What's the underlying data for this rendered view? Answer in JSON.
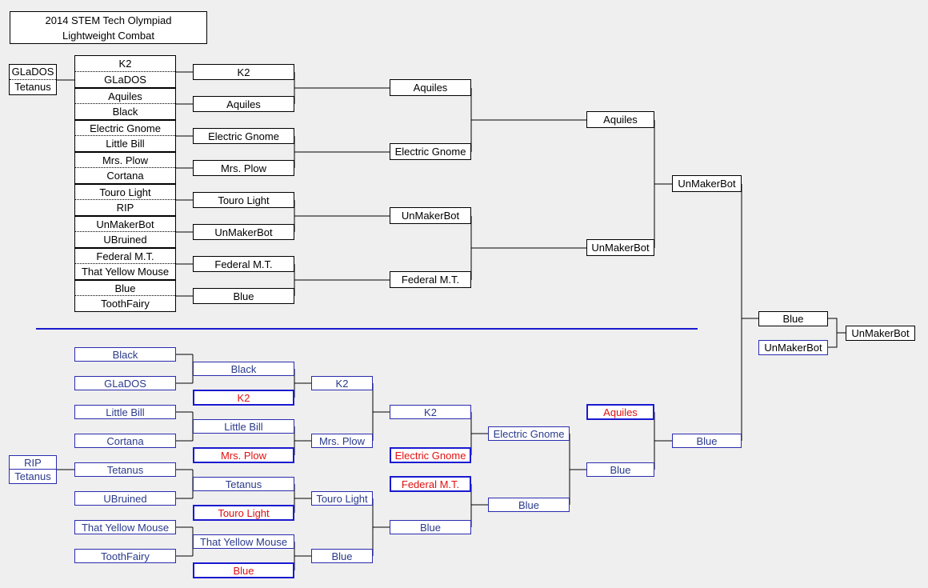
{
  "title": {
    "line1": "2014 STEM Tech Olympiad",
    "line2": "Lightweight Combat"
  },
  "prelim": {
    "winners": {
      "top": "GLaDOS",
      "bottom": "Tetanus"
    },
    "losers": {
      "top": "RIP",
      "bottom": "Tetanus"
    }
  },
  "winners": {
    "round1": [
      {
        "top": "K2",
        "bottom": "GLaDOS"
      },
      {
        "top": "Aquiles",
        "bottom": "Black"
      },
      {
        "top": "Electric Gnome",
        "bottom": "Little Bill"
      },
      {
        "top": "Mrs. Plow",
        "bottom": "Cortana"
      },
      {
        "top": "Touro Light",
        "bottom": "RIP"
      },
      {
        "top": "UnMakerBot",
        "bottom": "UBruined"
      },
      {
        "top": "Federal M.T.",
        "bottom": "That Yellow Mouse"
      },
      {
        "top": "Blue",
        "bottom": "ToothFairy"
      }
    ],
    "round2": [
      "K2",
      "Aquiles",
      "Electric Gnome",
      "Mrs. Plow",
      "Touro Light",
      "UnMakerBot",
      "Federal M.T.",
      "Blue"
    ],
    "round3": [
      "Aquiles",
      "Electric Gnome",
      "UnMakerBot",
      "Federal M.T."
    ],
    "round4": [
      "Aquiles",
      "UnMakerBot"
    ],
    "round5": "UnMakerBot"
  },
  "finals": {
    "top": "Blue",
    "bottom": "UnMakerBot",
    "champion": "UnMakerBot"
  },
  "losers": {
    "round1": [
      "Black",
      "GLaDOS",
      "Little Bill",
      "Cortana",
      "Tetanus",
      "UBruined",
      "That Yellow Mouse",
      "ToothFairy"
    ],
    "round2": [
      "Black",
      "Little Bill",
      "Tetanus",
      "That Yellow Mouse"
    ],
    "dropins2": [
      "K2",
      "Mrs. Plow",
      "Touro Light",
      "Blue"
    ],
    "round3": [
      "K2",
      "Mrs. Plow",
      "Touro Light",
      "Blue"
    ],
    "round4": [
      "K2",
      "Blue"
    ],
    "dropins4": [
      "Electric Gnome",
      "Federal M.T."
    ],
    "round5": [
      "Electric Gnome",
      "Blue"
    ],
    "round6": "Blue",
    "dropin6": "Aquiles",
    "round7": "Blue"
  },
  "colors": {
    "winners_border": "#000000",
    "losers_border": "#2a2ab0",
    "dropin_text": "#e01010",
    "divider": "#1a1ad0",
    "background": "#efefef"
  }
}
